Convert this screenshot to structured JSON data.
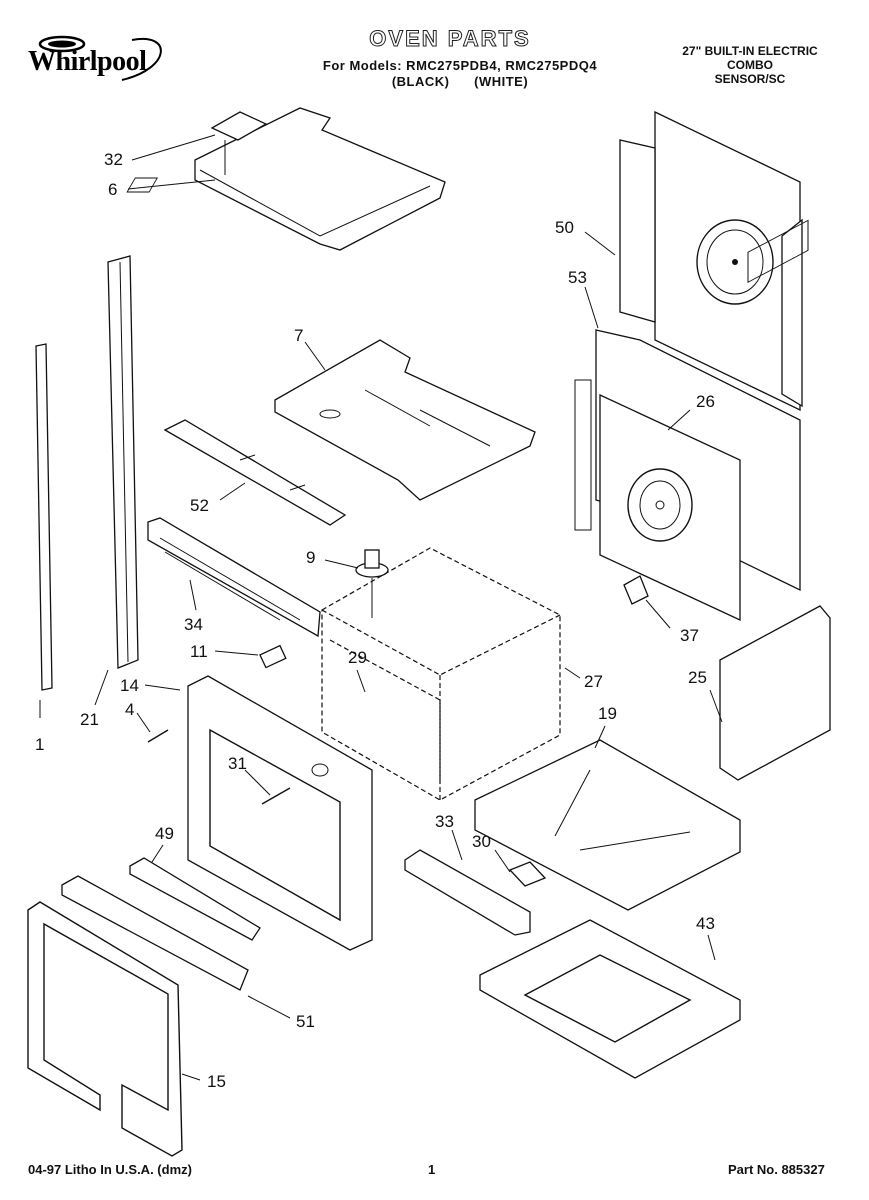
{
  "header": {
    "brand": "Whirlpool",
    "title": "OVEN PARTS",
    "models_line": "For Models: RMC275PDB4, RMC275PDQ4",
    "colors_line": "(BLACK)      (WHITE)",
    "product_line1": "27\" BUILT-IN ELECTRIC",
    "product_line2": "COMBO",
    "product_line3": "SENSOR/SC"
  },
  "callouts": {
    "c32": "32",
    "c6": "6",
    "c50": "50",
    "c53": "53",
    "c7": "7",
    "c26": "26",
    "c52": "52",
    "c9": "9",
    "c34": "34",
    "c37": "37",
    "c11": "11",
    "c29": "29",
    "c27": "27",
    "c25": "25",
    "c14": "14",
    "c21": "21",
    "c4": "4",
    "c1": "1",
    "c19": "19",
    "c31": "31",
    "c33": "33",
    "c30": "30",
    "c49": "49",
    "c43": "43",
    "c51": "51",
    "c15": "15"
  },
  "footer": {
    "litho": "04-97 Litho In U.S.A. (dmz)",
    "page": "1",
    "part_no": "Part No. 885327"
  }
}
